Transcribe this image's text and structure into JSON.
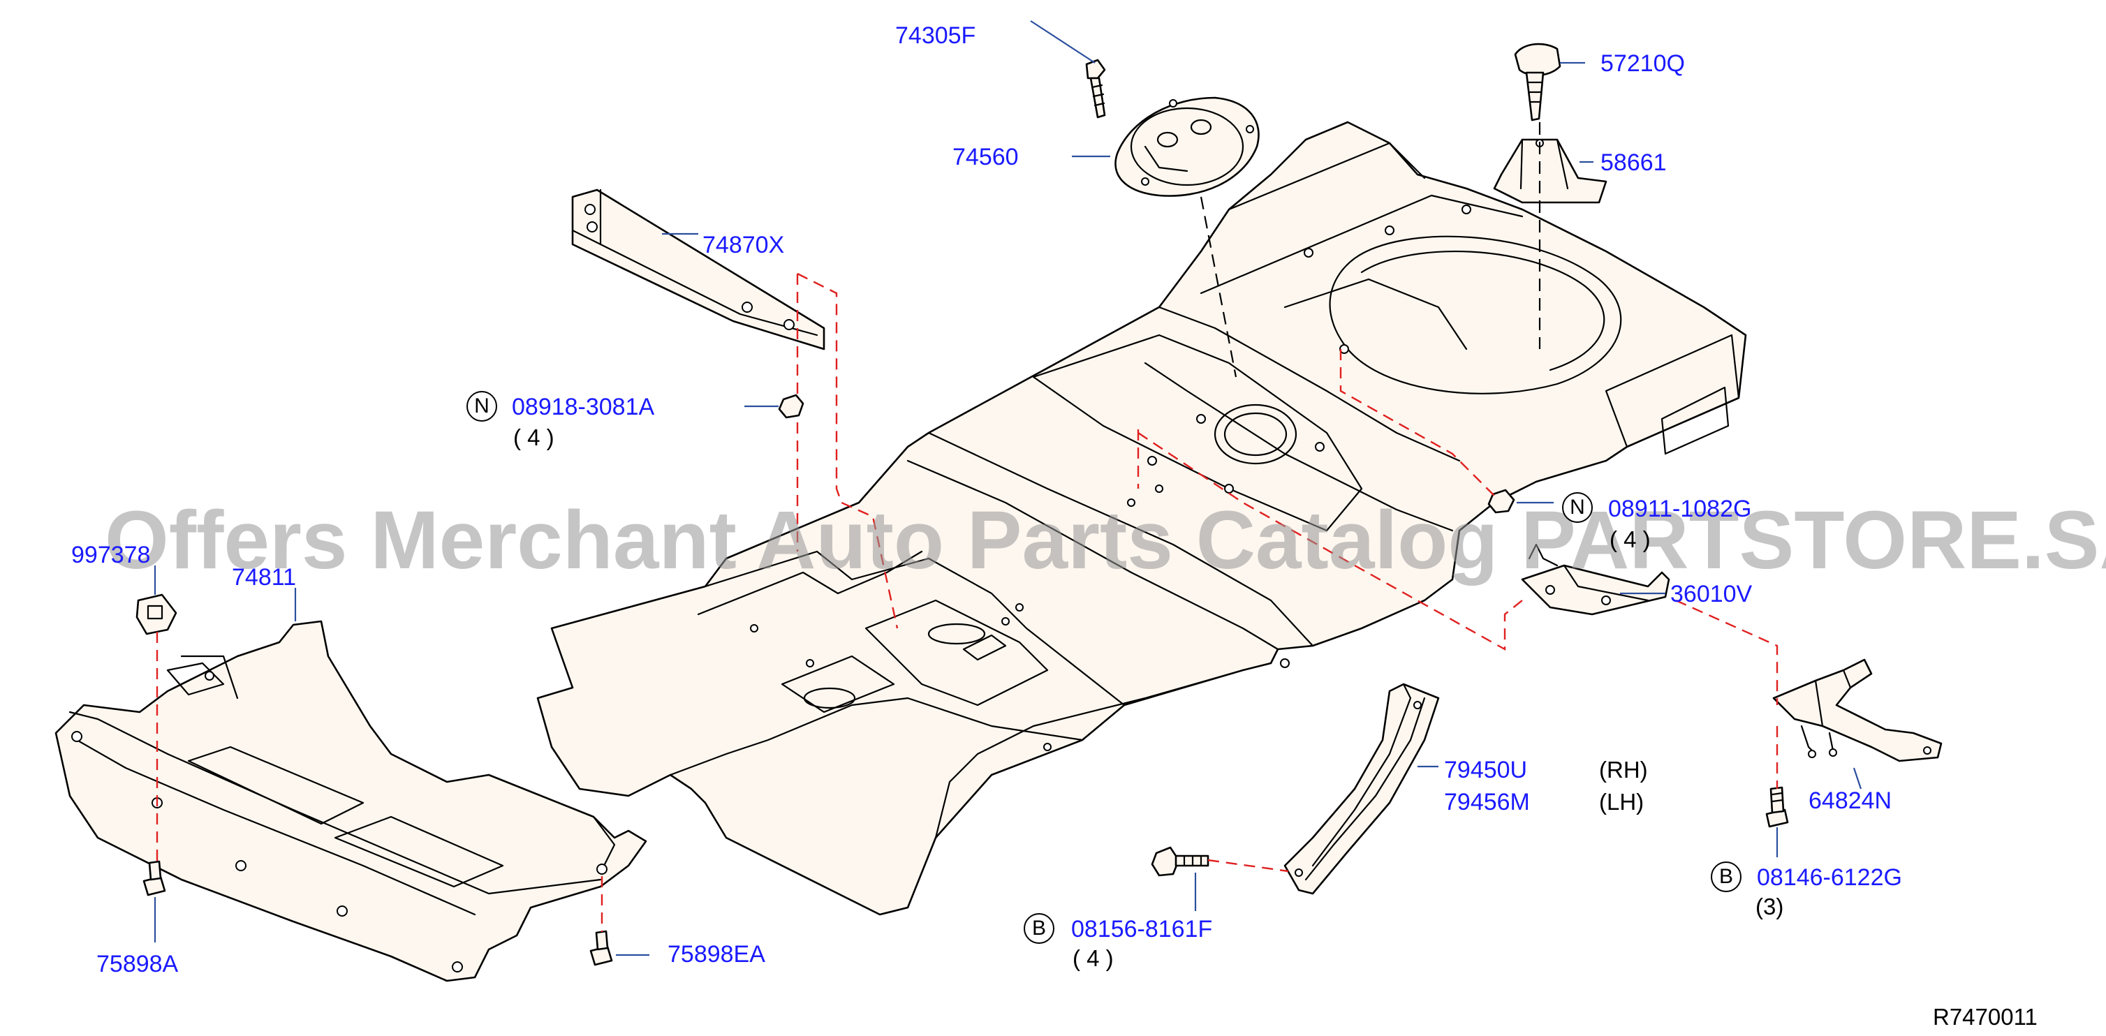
{
  "parts": {
    "p74305F": "74305F",
    "p57210Q": "57210Q",
    "p74560": "74560",
    "p58661": "58661",
    "p74870X": "74870X",
    "p08918_3081A": "08918-3081A",
    "p08918_qty": "( 4 )",
    "p08911_1082G": "08911-1082G",
    "p08911_qty": "( 4 )",
    "p997378": "997378",
    "p74811": "74811",
    "p36010V": "36010V",
    "p79450U": "79450U",
    "p79450U_side": "(RH)",
    "p79456M": "79456M",
    "p79456M_side": "(LH)",
    "p64824N": "64824N",
    "p08146_6122G": "08146-6122G",
    "p08146_qty": "(3)",
    "p75898A": "75898A",
    "p75898EA": "75898EA",
    "p08156_8161F": "08156-8161F",
    "p08156_qty": "( 4 )"
  },
  "markers": {
    "n1": "N",
    "n2": "N",
    "b1": "B",
    "b2": "B"
  },
  "diagram_code": "R7470011",
  "watermark": "Offers Merchant Auto Parts Catalog PARTSTORE.SA",
  "colors": {
    "label": "#1a1aff",
    "leader": "#2b4f9e",
    "dashed_guide": "#e02020",
    "part_fill": "#fdf7ef"
  }
}
